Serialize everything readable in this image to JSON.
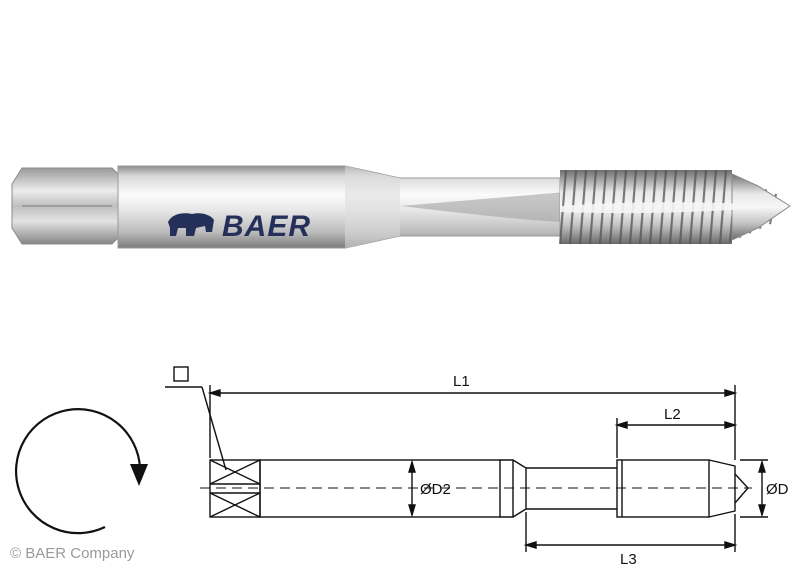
{
  "photo": {
    "brand_text": "BAER",
    "colors": {
      "steel_light": "#f2f2f2",
      "steel_mid": "#c9c9c9",
      "steel_dark": "#8a8a8a",
      "brand": "#24305a"
    }
  },
  "drawing": {
    "labels": {
      "l1": "L1",
      "l2": "L2",
      "l3": "L3",
      "d2": "ØD2",
      "d": "ØD"
    },
    "square_symbol": "□",
    "rotation_icon": "clockwise-rotation-icon"
  },
  "footer": {
    "copyright": "© BAER Company"
  }
}
